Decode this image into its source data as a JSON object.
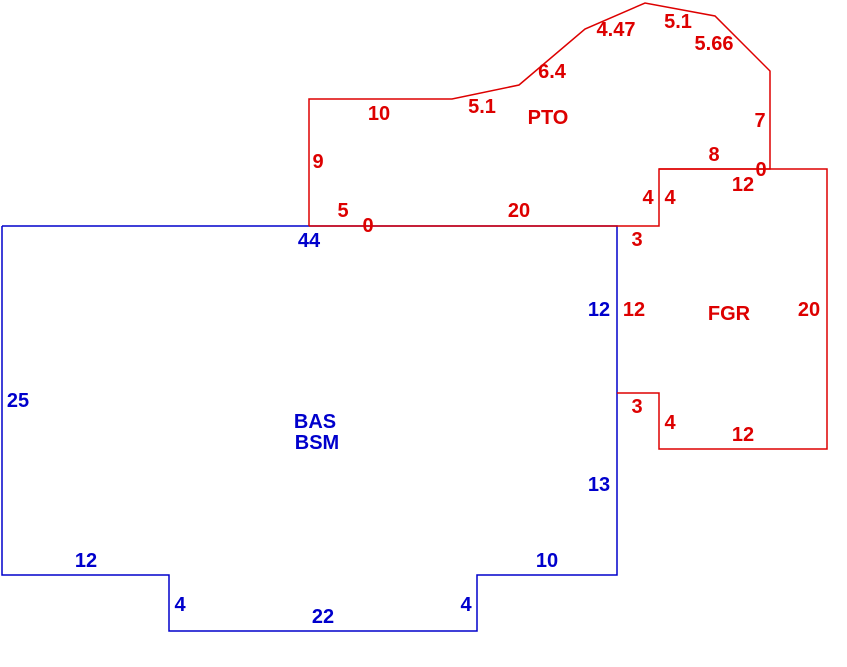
{
  "colors": {
    "blue": "#0000cc",
    "red": "#dd0000",
    "background": "#ffffff"
  },
  "areas": {
    "bas": "BAS",
    "bsm": "BSM",
    "pto": "PTO",
    "fgr": "FGR"
  },
  "dims": {
    "bas_top": "44",
    "bas_left": "25",
    "bas_right_upper": "12",
    "bas_right_lower": "13",
    "bas_bottom_left": "12",
    "bas_notch_left": "4",
    "bas_bottom_mid": "22",
    "bas_notch_right": "4",
    "bas_bottom_right": "10",
    "pto_left": "9",
    "pto_top_left": "10",
    "pto_seg_51a": "5.1",
    "pto_seg_64": "6.4",
    "pto_seg_447": "4.47",
    "pto_seg_51b": "5.1",
    "pto_seg_566": "5.66",
    "pto_right": "7",
    "pto_step_top": "8",
    "pto_zero_right": "0",
    "pto_step_left": "4",
    "pto_bottom": "20",
    "pto_five": "5",
    "pto_zero_left": "0",
    "fgr_step_right": "4",
    "fgr_top": "12",
    "fgr_three_top": "3",
    "fgr_left": "12",
    "fgr_right": "20",
    "fgr_three_bottom": "3",
    "fgr_step_bottom": "4",
    "fgr_bottom": "12"
  }
}
